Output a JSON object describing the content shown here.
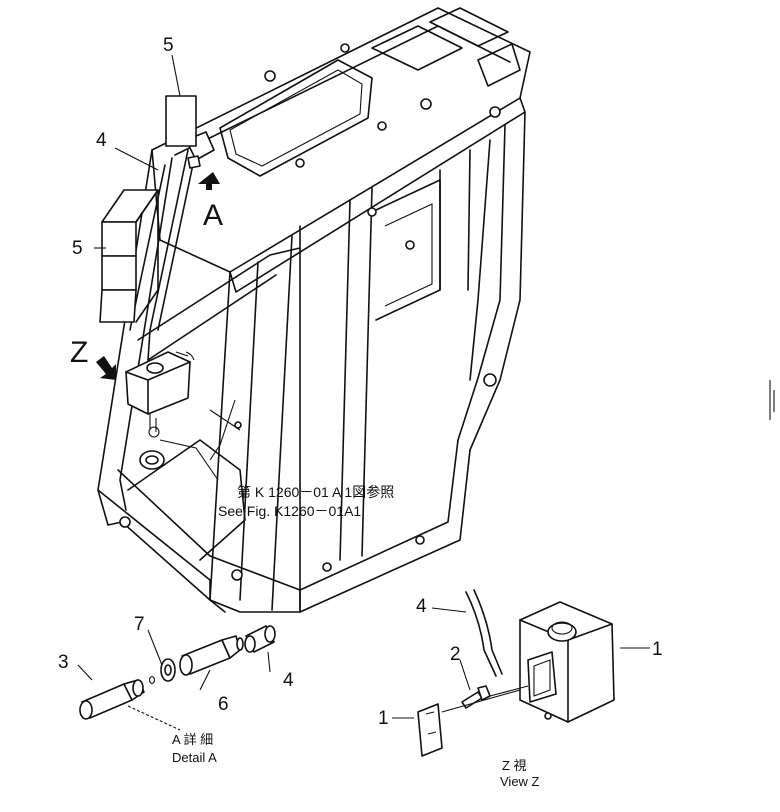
{
  "callouts": {
    "label_5_top": "5",
    "label_4_top": "4",
    "label_5_mid": "5",
    "label_A": "A",
    "label_Z": "Z",
    "label_7": "7",
    "label_3": "3",
    "label_6": "6",
    "label_4_detail": "4",
    "label_4_viewz": "4",
    "label_2": "2",
    "label_1_right": "1",
    "label_1_left": "1"
  },
  "reference": {
    "japanese": "第 K 1260－01 A 1図参照",
    "english": "See Fig. K1260－01A1"
  },
  "captions": {
    "detail_a_jp": "A 詳 細",
    "detail_a_en": "Detail A",
    "view_z_jp": "Z 視",
    "view_z_en": "View Z"
  }
}
